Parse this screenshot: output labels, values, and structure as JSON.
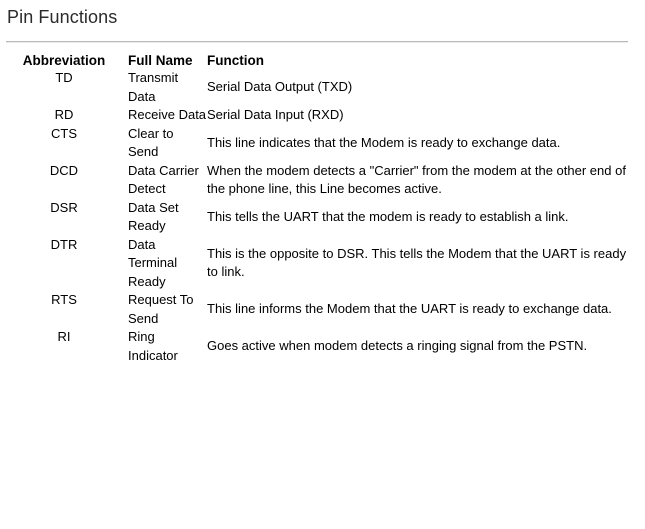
{
  "page": {
    "title": "Pin Functions"
  },
  "table": {
    "headers": {
      "abbreviation": "Abbreviation",
      "full_name": "Full Name",
      "function": "Function"
    },
    "rows": [
      {
        "abbreviation": "TD",
        "full_name": "Transmit Data",
        "function": "Serial Data Output (TXD)"
      },
      {
        "abbreviation": "RD",
        "full_name": "Receive Data",
        "function": "Serial Data Input (RXD)"
      },
      {
        "abbreviation": "CTS",
        "full_name": "Clear to Send",
        "function": "This line indicates that the Modem is ready to exchange data."
      },
      {
        "abbreviation": "DCD",
        "full_name": "Data Carrier Detect",
        "function": "When the modem detects a \"Carrier\" from the modem at the other end of the phone line, this Line becomes active."
      },
      {
        "abbreviation": "DSR",
        "full_name": "Data Set Ready",
        "function": "This tells the UART that the modem is ready to establish a link."
      },
      {
        "abbreviation": "DTR",
        "full_name": "Data Terminal Ready",
        "function": "This is the opposite to DSR. This tells the Modem that the UART is ready to link."
      },
      {
        "abbreviation": "RTS",
        "full_name": "Request To Send",
        "function": "This line informs the Modem that the UART is ready to exchange data."
      },
      {
        "abbreviation": "RI",
        "full_name": "Ring Indicator",
        "function": "Goes active when modem detects a ringing signal from the PSTN."
      }
    ]
  },
  "colors": {
    "background": "#ffffff",
    "text": "#000000",
    "title_text": "#2b2b2b",
    "divider": "#b9b9b9"
  }
}
